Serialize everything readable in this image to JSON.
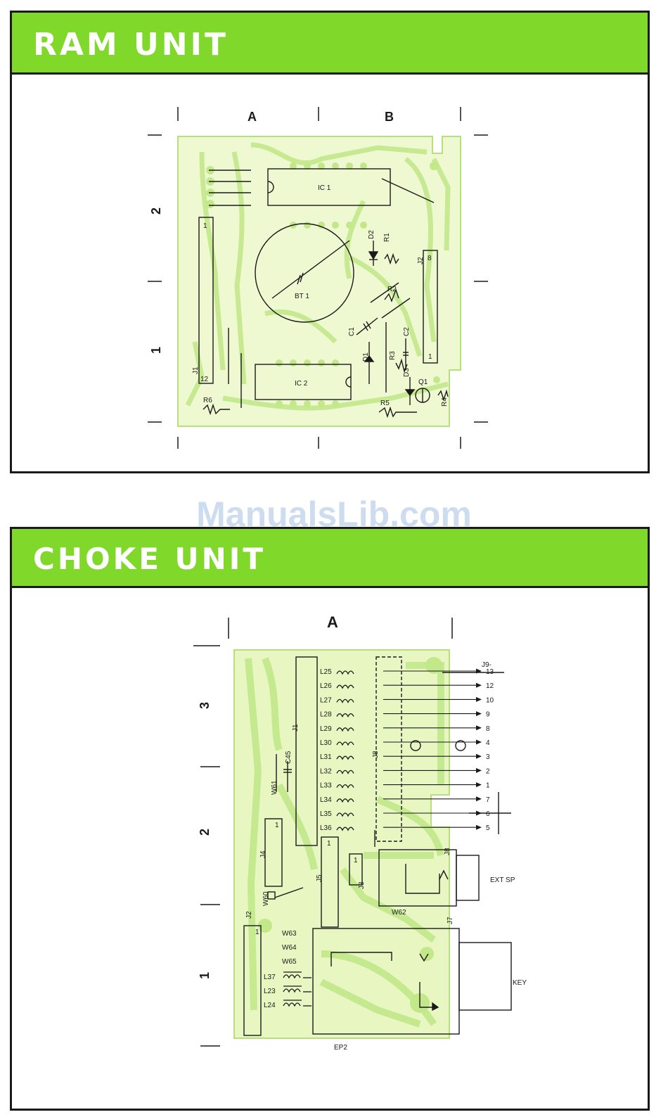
{
  "colors": {
    "header": "#7fd82a",
    "board": "#dff5a8",
    "trace": "#bfe87a",
    "line": "#1a1a1a"
  },
  "watermark": "ManualsLib.com",
  "ram": {
    "title": "RAM UNIT",
    "grid": {
      "col_a": "A",
      "col_b": "B",
      "row_1": "1",
      "row_2": "2"
    },
    "labels": {
      "ic1": "IC 1",
      "ic2": "IC 2",
      "bt1": "BT 1",
      "j1": "J1",
      "j1_pin_top": "1",
      "j1_pin_bottom": "12",
      "j2": "J2",
      "j2_pin_top": "8",
      "j2_pin_bottom": "1",
      "d1": "D1",
      "d2": "D2",
      "d3": "D3",
      "r1": "R1",
      "r2": "R2",
      "r3": "R3",
      "r4": "R4",
      "r5": "R5",
      "r6": "R6",
      "c1": "C1",
      "c2": "C2",
      "q1": "Q1"
    }
  },
  "choke": {
    "title": "CHOKE UNIT",
    "grid": {
      "col_a": "A",
      "row_1": "1",
      "row_2": "2",
      "row_3": "3"
    },
    "labels": {
      "j9": "J9-",
      "j1": "J1",
      "j8": "J8",
      "j4": "J4",
      "j5": "J5",
      "j3": "J3",
      "j2": "J2",
      "j7": "J7",
      "c45": "C45",
      "w61": "W61",
      "w60": "W60",
      "w62": "W62",
      "w63": "W63",
      "w64": "W64",
      "w65": "W65",
      "l37": "L37",
      "l23": "L23",
      "l24": "L24",
      "pin1": "1",
      "ext_sp": "EXT SP",
      "key": "KEY",
      "ep2": "EP2"
    },
    "inductors": [
      {
        "label": "L25",
        "pin": "13"
      },
      {
        "label": "L26",
        "pin": "12"
      },
      {
        "label": "L27",
        "pin": "10"
      },
      {
        "label": "L28",
        "pin": "9"
      },
      {
        "label": "L29",
        "pin": "8"
      },
      {
        "label": "L30",
        "pin": "4"
      },
      {
        "label": "L31",
        "pin": "3"
      },
      {
        "label": "L32",
        "pin": "2"
      },
      {
        "label": "L33",
        "pin": "1"
      },
      {
        "label": "L34",
        "pin": "7"
      },
      {
        "label": "L35",
        "pin": "6"
      },
      {
        "label": "L36",
        "pin": "5"
      }
    ]
  }
}
